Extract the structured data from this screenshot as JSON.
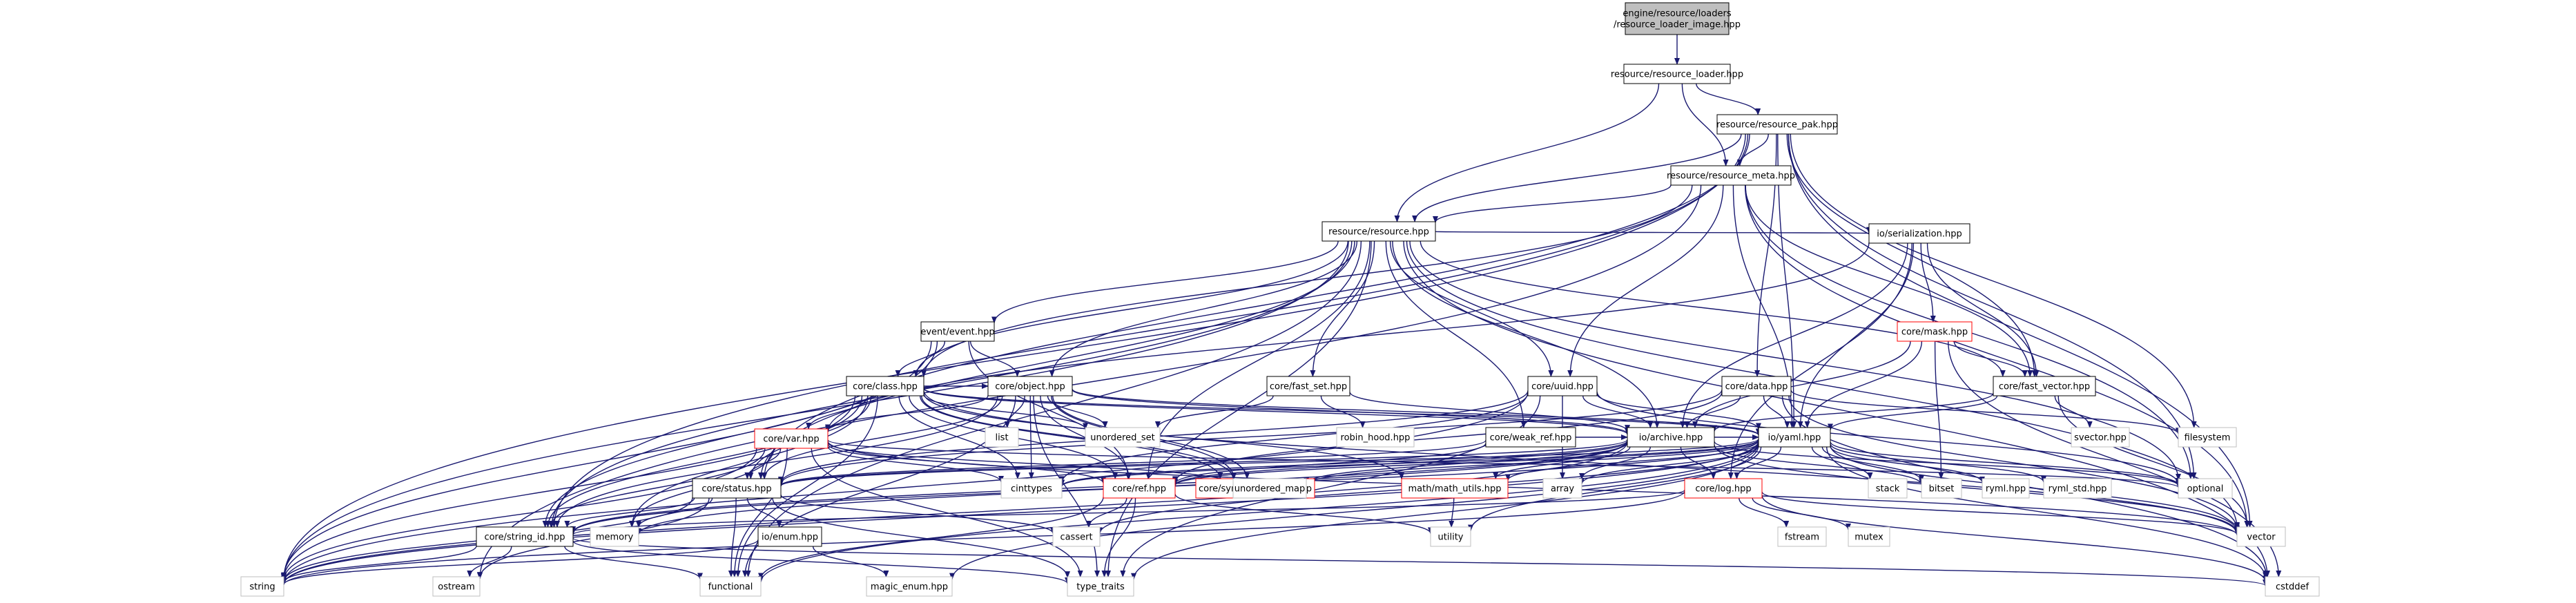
{
  "graph": {
    "colors": {
      "edge": "#191970",
      "node_border": "#000000",
      "focus_fill": "#bfbfbf",
      "missing_border": "#bfbfbf",
      "incomplete_border": "#ff0000",
      "text": "#000000"
    },
    "nodes": [
      {
        "id": "root",
        "label": "engine/resource/loaders\n/resource_loader_image.hpp",
        "style": "focus"
      },
      {
        "id": "loader",
        "label": "resource/resource_loader.hpp",
        "style": "normal"
      },
      {
        "id": "pak",
        "label": "resource/resource_pak.hpp",
        "style": "normal"
      },
      {
        "id": "meta",
        "label": "resource/resource_meta.hpp",
        "style": "normal"
      },
      {
        "id": "res",
        "label": "resource/resource.hpp",
        "style": "normal"
      },
      {
        "id": "serial",
        "label": "io/serialization.hpp",
        "style": "normal"
      },
      {
        "id": "mask",
        "label": "core/mask.hpp",
        "style": "incomplete"
      },
      {
        "id": "fastvec",
        "label": "core/fast_vector.hpp",
        "style": "normal"
      },
      {
        "id": "event",
        "label": "event/event.hpp",
        "style": "normal"
      },
      {
        "id": "fastset",
        "label": "core/fast_set.hpp",
        "style": "normal"
      },
      {
        "id": "uuid",
        "label": "core/uuid.hpp",
        "style": "normal"
      },
      {
        "id": "data",
        "label": "core/data.hpp",
        "style": "normal"
      },
      {
        "id": "class",
        "label": "core/class.hpp",
        "style": "normal"
      },
      {
        "id": "object",
        "label": "core/object.hpp",
        "style": "normal"
      },
      {
        "id": "weakref",
        "label": "core/weak_ref.hpp",
        "style": "normal"
      },
      {
        "id": "archive",
        "label": "io/archive.hpp",
        "style": "normal"
      },
      {
        "id": "yaml",
        "label": "io/yaml.hpp",
        "style": "normal"
      },
      {
        "id": "var",
        "label": "core/var.hpp",
        "style": "incomplete"
      },
      {
        "id": "status",
        "label": "core/status.hpp",
        "style": "normal"
      },
      {
        "id": "ref",
        "label": "core/ref.hpp",
        "style": "incomplete"
      },
      {
        "id": "sync",
        "label": "core/synchronization.hpp",
        "style": "incomplete"
      },
      {
        "id": "mathu",
        "label": "math/math_utils.hpp",
        "style": "incomplete"
      },
      {
        "id": "log",
        "label": "core/log.hpp",
        "style": "incomplete"
      },
      {
        "id": "sid",
        "label": "core/string_id.hpp",
        "style": "normal"
      },
      {
        "id": "enum",
        "label": "io/enum.hpp",
        "style": "normal"
      },
      {
        "id": "robin",
        "label": "robin_hood.hpp",
        "style": "missing"
      },
      {
        "id": "svector",
        "label": "svector.hpp",
        "style": "missing"
      },
      {
        "id": "filesystem",
        "label": "filesystem",
        "style": "missing"
      },
      {
        "id": "list",
        "label": "list",
        "style": "missing"
      },
      {
        "id": "uset",
        "label": "unordered_set",
        "style": "missing"
      },
      {
        "id": "umap",
        "label": "unordered_map",
        "style": "missing"
      },
      {
        "id": "cinttypes",
        "label": "cinttypes",
        "style": "missing"
      },
      {
        "id": "array",
        "label": "array",
        "style": "missing"
      },
      {
        "id": "stack",
        "label": "stack",
        "style": "missing"
      },
      {
        "id": "bitset",
        "label": "bitset",
        "style": "missing"
      },
      {
        "id": "ryml",
        "label": "ryml.hpp",
        "style": "missing"
      },
      {
        "id": "rymlstd",
        "label": "ryml_std.hpp",
        "style": "missing"
      },
      {
        "id": "optional",
        "label": "optional",
        "style": "missing"
      },
      {
        "id": "vector",
        "label": "vector",
        "style": "missing"
      },
      {
        "id": "memory",
        "label": "memory",
        "style": "missing"
      },
      {
        "id": "cassert",
        "label": "cassert",
        "style": "missing"
      },
      {
        "id": "utility",
        "label": "utility",
        "style": "missing"
      },
      {
        "id": "fstream",
        "label": "fstream",
        "style": "missing"
      },
      {
        "id": "mutex",
        "label": "mutex",
        "style": "missing"
      },
      {
        "id": "string",
        "label": "string",
        "style": "missing"
      },
      {
        "id": "ostream",
        "label": "ostream",
        "style": "missing"
      },
      {
        "id": "functional",
        "label": "functional",
        "style": "missing"
      },
      {
        "id": "magic",
        "label": "magic_enum.hpp",
        "style": "missing"
      },
      {
        "id": "typetraits",
        "label": "type_traits",
        "style": "missing"
      },
      {
        "id": "cstddef",
        "label": "cstddef",
        "style": "missing"
      }
    ],
    "edges": [
      [
        "root",
        "loader"
      ],
      [
        "loader",
        "pak"
      ],
      [
        "loader",
        "meta"
      ],
      [
        "loader",
        "res"
      ],
      [
        "pak",
        "meta"
      ],
      [
        "pak",
        "res"
      ],
      [
        "pak",
        "data"
      ],
      [
        "pak",
        "yaml"
      ],
      [
        "pak",
        "fastvec"
      ],
      [
        "pak",
        "filesystem"
      ],
      [
        "pak",
        "optional"
      ],
      [
        "pak",
        "vector"
      ],
      [
        "pak",
        "string"
      ],
      [
        "pak",
        "status"
      ],
      [
        "pak",
        "sid"
      ],
      [
        "meta",
        "res"
      ],
      [
        "meta",
        "uuid"
      ],
      [
        "meta",
        "class"
      ],
      [
        "meta",
        "yaml"
      ],
      [
        "meta",
        "fastvec"
      ],
      [
        "meta",
        "optional"
      ],
      [
        "meta",
        "vector"
      ],
      [
        "meta",
        "ostream"
      ],
      [
        "res",
        "serial"
      ],
      [
        "res",
        "event"
      ],
      [
        "res",
        "fastset"
      ],
      [
        "res",
        "uuid"
      ],
      [
        "res",
        "class"
      ],
      [
        "res",
        "object"
      ],
      [
        "res",
        "weakref"
      ],
      [
        "res",
        "fastvec"
      ],
      [
        "res",
        "archive"
      ],
      [
        "res",
        "sid"
      ],
      [
        "res",
        "status"
      ],
      [
        "res",
        "string"
      ],
      [
        "res",
        "functional"
      ],
      [
        "res",
        "cstddef"
      ],
      [
        "res",
        "vector"
      ],
      [
        "res",
        "typetraits"
      ],
      [
        "res",
        "optional"
      ],
      [
        "res",
        "ref"
      ],
      [
        "serial",
        "mask"
      ],
      [
        "serial",
        "fastvec"
      ],
      [
        "serial",
        "yaml"
      ],
      [
        "serial",
        "archive"
      ],
      [
        "serial",
        "var"
      ],
      [
        "serial",
        "log"
      ],
      [
        "mask",
        "fastvec"
      ],
      [
        "mask",
        "archive"
      ],
      [
        "mask",
        "yaml"
      ],
      [
        "mask",
        "bitset"
      ],
      [
        "mask",
        "cstddef"
      ],
      [
        "fastvec",
        "svector"
      ],
      [
        "fastvec",
        "archive"
      ],
      [
        "fastvec",
        "yaml"
      ],
      [
        "fastvec",
        "vector"
      ],
      [
        "event",
        "class"
      ],
      [
        "event",
        "object"
      ],
      [
        "event",
        "sid"
      ],
      [
        "event",
        "ref"
      ],
      [
        "event",
        "string"
      ],
      [
        "fastset",
        "robin"
      ],
      [
        "fastset",
        "uset"
      ],
      [
        "fastset",
        "archive"
      ],
      [
        "uuid",
        "archive"
      ],
      [
        "uuid",
        "yaml"
      ],
      [
        "uuid",
        "array"
      ],
      [
        "uuid",
        "status"
      ],
      [
        "uuid",
        "string"
      ],
      [
        "uuid",
        "typetraits"
      ],
      [
        "uuid",
        "optional"
      ],
      [
        "uuid",
        "cinttypes"
      ],
      [
        "data",
        "archive"
      ],
      [
        "data",
        "yaml"
      ],
      [
        "data",
        "status"
      ],
      [
        "data",
        "ref"
      ],
      [
        "data",
        "cstddef"
      ],
      [
        "data",
        "vector"
      ],
      [
        "data",
        "filesystem"
      ],
      [
        "class",
        "object"
      ],
      [
        "class",
        "var"
      ],
      [
        "class",
        "status"
      ],
      [
        "class",
        "sid"
      ],
      [
        "class",
        "ref"
      ],
      [
        "class",
        "sync"
      ],
      [
        "class",
        "mathu"
      ],
      [
        "class",
        "yaml"
      ],
      [
        "class",
        "archive"
      ],
      [
        "class",
        "uset"
      ],
      [
        "class",
        "umap"
      ],
      [
        "class",
        "memory"
      ],
      [
        "class",
        "functional"
      ],
      [
        "class",
        "string"
      ],
      [
        "class",
        "vector"
      ],
      [
        "class",
        "cinttypes"
      ],
      [
        "object",
        "var"
      ],
      [
        "object",
        "status"
      ],
      [
        "object",
        "sid"
      ],
      [
        "object",
        "ref"
      ],
      [
        "object",
        "sync"
      ],
      [
        "object",
        "list"
      ],
      [
        "object",
        "uset"
      ],
      [
        "object",
        "umap"
      ],
      [
        "object",
        "cinttypes"
      ],
      [
        "object",
        "typetraits"
      ],
      [
        "object",
        "functional"
      ],
      [
        "object",
        "archive"
      ],
      [
        "object",
        "yaml"
      ],
      [
        "weakref",
        "archive"
      ],
      [
        "weakref",
        "ref"
      ],
      [
        "weakref",
        "status"
      ],
      [
        "archive",
        "yaml"
      ],
      [
        "archive",
        "status"
      ],
      [
        "archive",
        "sid"
      ],
      [
        "archive",
        "ref"
      ],
      [
        "archive",
        "mathu"
      ],
      [
        "archive",
        "umap"
      ],
      [
        "archive",
        "cinttypes"
      ],
      [
        "archive",
        "array"
      ],
      [
        "archive",
        "bitset"
      ],
      [
        "archive",
        "optional"
      ],
      [
        "archive",
        "vector"
      ],
      [
        "archive",
        "log"
      ],
      [
        "archive",
        "string"
      ],
      [
        "archive",
        "memory"
      ],
      [
        "yaml",
        "status"
      ],
      [
        "yaml",
        "sid"
      ],
      [
        "yaml",
        "ref"
      ],
      [
        "yaml",
        "mathu"
      ],
      [
        "yaml",
        "log"
      ],
      [
        "yaml",
        "array"
      ],
      [
        "yaml",
        "stack"
      ],
      [
        "yaml",
        "bitset"
      ],
      [
        "yaml",
        "ryml"
      ],
      [
        "yaml",
        "rymlstd"
      ],
      [
        "yaml",
        "optional"
      ],
      [
        "yaml",
        "vector"
      ],
      [
        "yaml",
        "umap"
      ],
      [
        "yaml",
        "cinttypes"
      ],
      [
        "yaml",
        "cassert"
      ],
      [
        "yaml",
        "utility"
      ],
      [
        "yaml",
        "functional"
      ],
      [
        "yaml",
        "string"
      ],
      [
        "yaml",
        "typetraits"
      ],
      [
        "yaml",
        "magic"
      ],
      [
        "yaml",
        "cstddef"
      ],
      [
        "var",
        "status"
      ],
      [
        "var",
        "sid"
      ],
      [
        "var",
        "ref"
      ],
      [
        "var",
        "memory"
      ],
      [
        "var",
        "functional"
      ],
      [
        "var",
        "string"
      ],
      [
        "var",
        "typetraits"
      ],
      [
        "var",
        "cinttypes"
      ],
      [
        "var",
        "umap"
      ],
      [
        "var",
        "vector"
      ],
      [
        "var",
        "optional"
      ],
      [
        "status",
        "sid"
      ],
      [
        "status",
        "enum"
      ],
      [
        "status",
        "memory"
      ],
      [
        "status",
        "cassert"
      ],
      [
        "status",
        "functional"
      ],
      [
        "status",
        "string"
      ],
      [
        "status",
        "ostream"
      ],
      [
        "status",
        "typetraits"
      ],
      [
        "ref",
        "cassert"
      ],
      [
        "ref",
        "utility"
      ],
      [
        "ref",
        "typetraits"
      ],
      [
        "ref",
        "functional"
      ],
      [
        "mathu",
        "utility"
      ],
      [
        "log",
        "fstream"
      ],
      [
        "log",
        "mutex"
      ],
      [
        "log",
        "vector"
      ],
      [
        "log",
        "string"
      ],
      [
        "log",
        "cstddef"
      ],
      [
        "log",
        "sid"
      ],
      [
        "sid",
        "string"
      ],
      [
        "sid",
        "ostream"
      ],
      [
        "sid",
        "functional"
      ],
      [
        "sid",
        "typetraits"
      ],
      [
        "sid",
        "cstddef"
      ],
      [
        "enum",
        "magic"
      ],
      [
        "enum",
        "string"
      ]
    ]
  }
}
